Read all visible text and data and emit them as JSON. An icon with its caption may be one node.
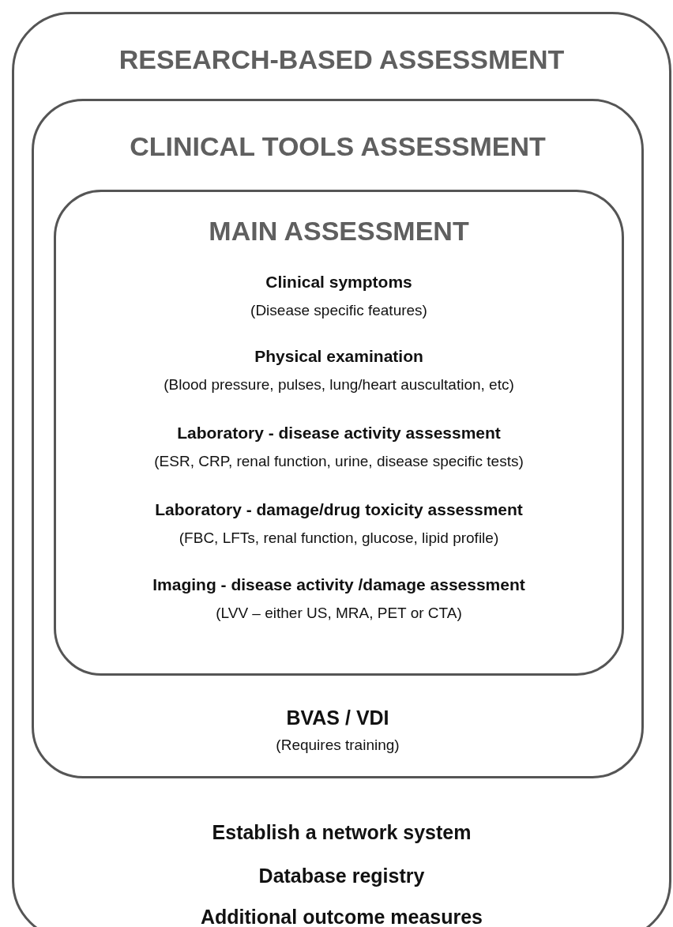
{
  "diagram": {
    "nodes": [
      {
        "text": [
          "RESEARCH-BASED ASSESSMENT",
          "Establish a network system",
          "Database registry",
          "Additional outcome measures"
        ]
      },
      {
        "text": [
          "CLINICAL TOOLS ASSESSMENT",
          "BVAS / VDI",
          "(Requires training)"
        ],
        "in": 0
      },
      {
        "text": [
          "MAIN ASSESSMENT",
          "Clinical symptoms",
          "(Disease specific features)",
          "Physical examination",
          "(Blood pressure, pulses, lung/heart auscultation, etc)",
          "Laboratory - disease activity assessment",
          "(ESR, CRP, renal function, urine, disease specific tests)",
          "Laboratory - damage/drug toxicity assessment",
          "(FBC, LFTs, renal function, glucose, lipid profile)",
          "Imaging - disease activity /damage assessment",
          "(LVV – either US, MRA, PET or CTA)"
        ],
        "in": 1
      }
    ],
    "edges": []
  }
}
